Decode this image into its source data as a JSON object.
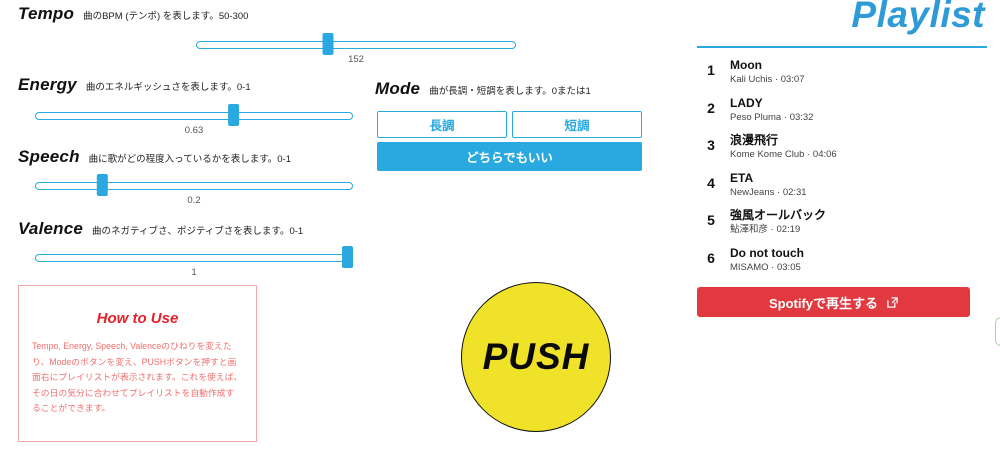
{
  "sliders": [
    {
      "label": "Tempo",
      "description": "曲のBPM (テンポ) を表します。50-300",
      "value": "152",
      "percent": 40.8
    },
    {
      "label": "Energy",
      "description": "曲のエネルギッシュさを表します。0-1",
      "value": "0.63",
      "percent": 63
    },
    {
      "label": "Speech",
      "description": "曲に歌がどの程度入っているかを表します。0-1",
      "value": "0.2",
      "percent": 20
    },
    {
      "label": "Valence",
      "description": "曲のネガティブさ、ポジティブさを表します。0-1",
      "value": "1",
      "percent": 100
    }
  ],
  "mode": {
    "label": "Mode",
    "description": "曲が長調・短調を表します。0または1",
    "buttons": [
      {
        "label": "長調",
        "selected": false
      },
      {
        "label": "短調",
        "selected": false
      },
      {
        "label": "どちらでもいい",
        "selected": true
      }
    ]
  },
  "push_button": {
    "label": "PUSH"
  },
  "how_to_use": {
    "title": "How to Use",
    "body": "Tempo, Energy, Speech, Valenceのひねりを変えたり、Modeのボタンを変え、PUSHボタンを押すと画面右にプレイリストが表示されます。これを使えば、その日の気分に合わせてプレイリストを自動作成することができます。"
  },
  "playlist": {
    "title": "Playlist",
    "subtitle_separator": " · ",
    "tracks": [
      {
        "number": "1",
        "title": "Moon",
        "artist": "Kali Uchis",
        "duration": "03:07"
      },
      {
        "number": "2",
        "title": "LADY",
        "artist": "Peso Pluma",
        "duration": "03:32"
      },
      {
        "number": "3",
        "title": "浪漫飛行",
        "artist": "Kome Kome Club",
        "duration": "04:06"
      },
      {
        "number": "4",
        "title": "ETA",
        "artist": "NewJeans",
        "duration": "02:31"
      },
      {
        "number": "5",
        "title": "強風オールバック",
        "artist": "鮎澤和彦",
        "duration": "02:19"
      },
      {
        "number": "6",
        "title": "Do not touch",
        "artist": "MISAMO",
        "duration": "03:05"
      }
    ],
    "spotify_button_label": "Spotifyで再生する"
  },
  "colors": {
    "accent_blue": "#29a9e0",
    "playlist_title_blue": "#2e9bd6",
    "spotify_red": "#e23940",
    "howto_red": "#f26f6f",
    "howto_title_red": "#e2222a",
    "push_yellow": "#f0e229",
    "edge_green": "#a8d8a0"
  }
}
